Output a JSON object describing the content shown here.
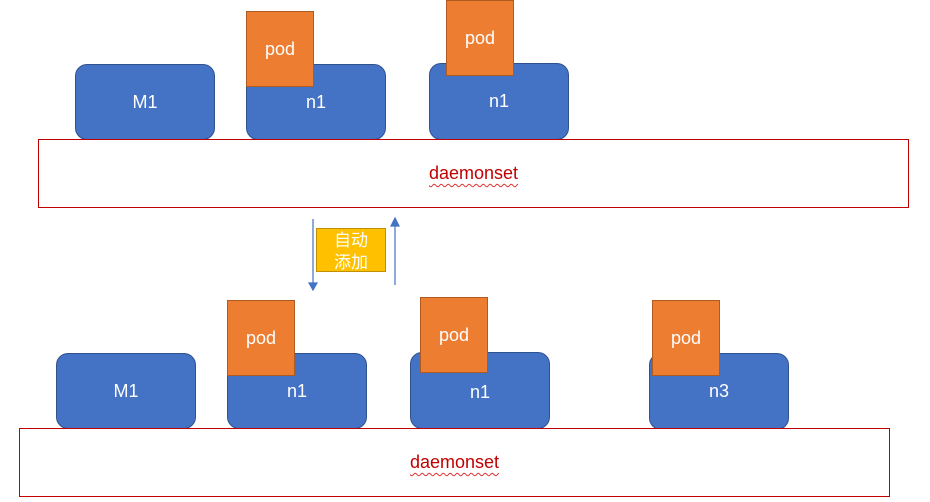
{
  "top": {
    "nodes": [
      "M1",
      "n1",
      "n1"
    ],
    "pods": [
      "pod",
      "pod"
    ],
    "daemonset": "daemonset"
  },
  "bottom": {
    "nodes": [
      "M1",
      "n1",
      "n1",
      "n3"
    ],
    "pods": [
      "pod",
      "pod",
      "pod"
    ],
    "daemonset": "daemonset"
  },
  "transition": {
    "label_line1": "自动",
    "label_line2": "添加"
  },
  "colors": {
    "node": "#4472c4",
    "pod": "#ed7d31",
    "daemonset_border": "#c00000",
    "badge": "#ffc000",
    "arrow": "#4472c4"
  }
}
